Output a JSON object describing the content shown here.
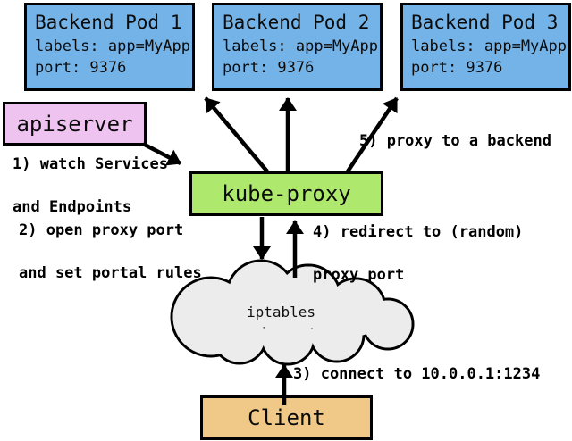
{
  "diagram": {
    "pods": [
      {
        "title": "Backend Pod 1",
        "labels": "labels: app=MyApp",
        "port": "port: 9376"
      },
      {
        "title": "Backend Pod 2",
        "labels": "labels: app=MyApp",
        "port": "port: 9376"
      },
      {
        "title": "Backend Pod 3",
        "labels": "labels: app=MyApp",
        "port": "port: 9376"
      }
    ],
    "nodes": {
      "apiserver": "apiserver",
      "kube_proxy": "kube-proxy",
      "iptables": "iptables",
      "client": "Client"
    },
    "steps": {
      "step1_line1": "1) watch Services",
      "step1_line2": "and Endpoints",
      "step2_line1": "2) open proxy port",
      "step2_line2": "and set portal rules",
      "step3": "3) connect to 10.0.0.1:1234",
      "step4_line1": "4) redirect to (random)",
      "step4_line2": "proxy port",
      "step5": "5) proxy to a backend"
    },
    "colors": {
      "pod_fill": "#74b3e8",
      "apiserver_fill": "#eec3f0",
      "kube_proxy_fill": "#aee96e",
      "client_fill": "#f0c988",
      "cloud_fill": "#ececec",
      "border": "#000000",
      "background": "#ffffff"
    }
  }
}
